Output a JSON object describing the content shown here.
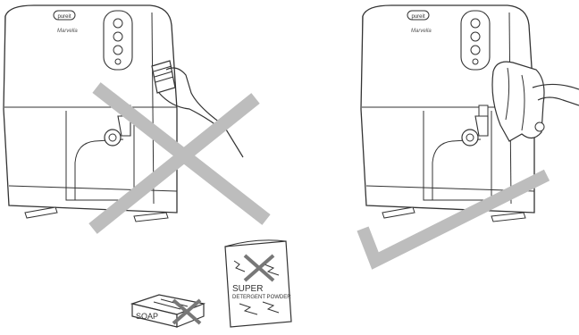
{
  "brand": {
    "logo_text": "pureit",
    "model_script": "Marvella"
  },
  "soap": {
    "label": "SOAP"
  },
  "detergent": {
    "label_line1": "SUPER",
    "label_line2": "DETERGENT POWDER"
  },
  "colors": {
    "line": "#333333",
    "mark_gray": "#bdbdbd",
    "fill": "#ffffff"
  }
}
